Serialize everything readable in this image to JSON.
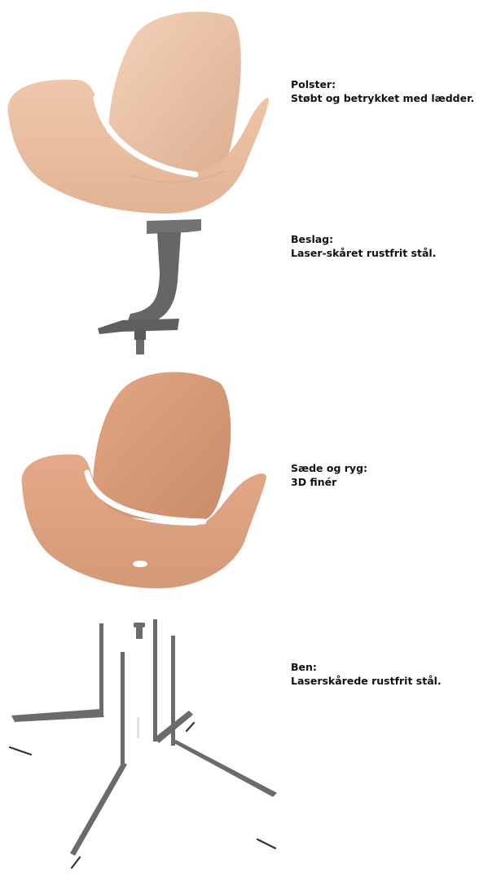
{
  "parts": [
    {
      "id": "upholstery",
      "title": "Polster:",
      "description": "Støbt og betrykket med lædder.",
      "color": "#e7bea1",
      "icon": "upholstered-shell"
    },
    {
      "id": "bracket",
      "title": "Beslag:",
      "description": "Laser-skåret rustfrit stål.",
      "color": "#6e6e6e",
      "icon": "steel-bracket"
    },
    {
      "id": "seat",
      "title": "Sæde og ryg:",
      "description": "3D finér",
      "color": "#d99a75",
      "icon": "veneer-shell"
    },
    {
      "id": "legs",
      "title": "Ben:",
      "description": "Laserskårede rustfrit stål.",
      "color": "#6b6b6b",
      "icon": "steel-legs"
    }
  ]
}
